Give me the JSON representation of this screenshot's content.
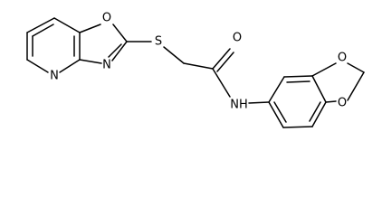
{
  "labels": {
    "ring_oxygen_oxazole": "O",
    "ring_nitrogen_oxazole": "N",
    "ring_nitrogen_pyridine": "N",
    "sulfur": "S",
    "carbonyl_oxygen": "O",
    "amide_nh": "NH",
    "dioxole_oxygen_top": "O",
    "dioxole_oxygen_bottom": "O"
  }
}
